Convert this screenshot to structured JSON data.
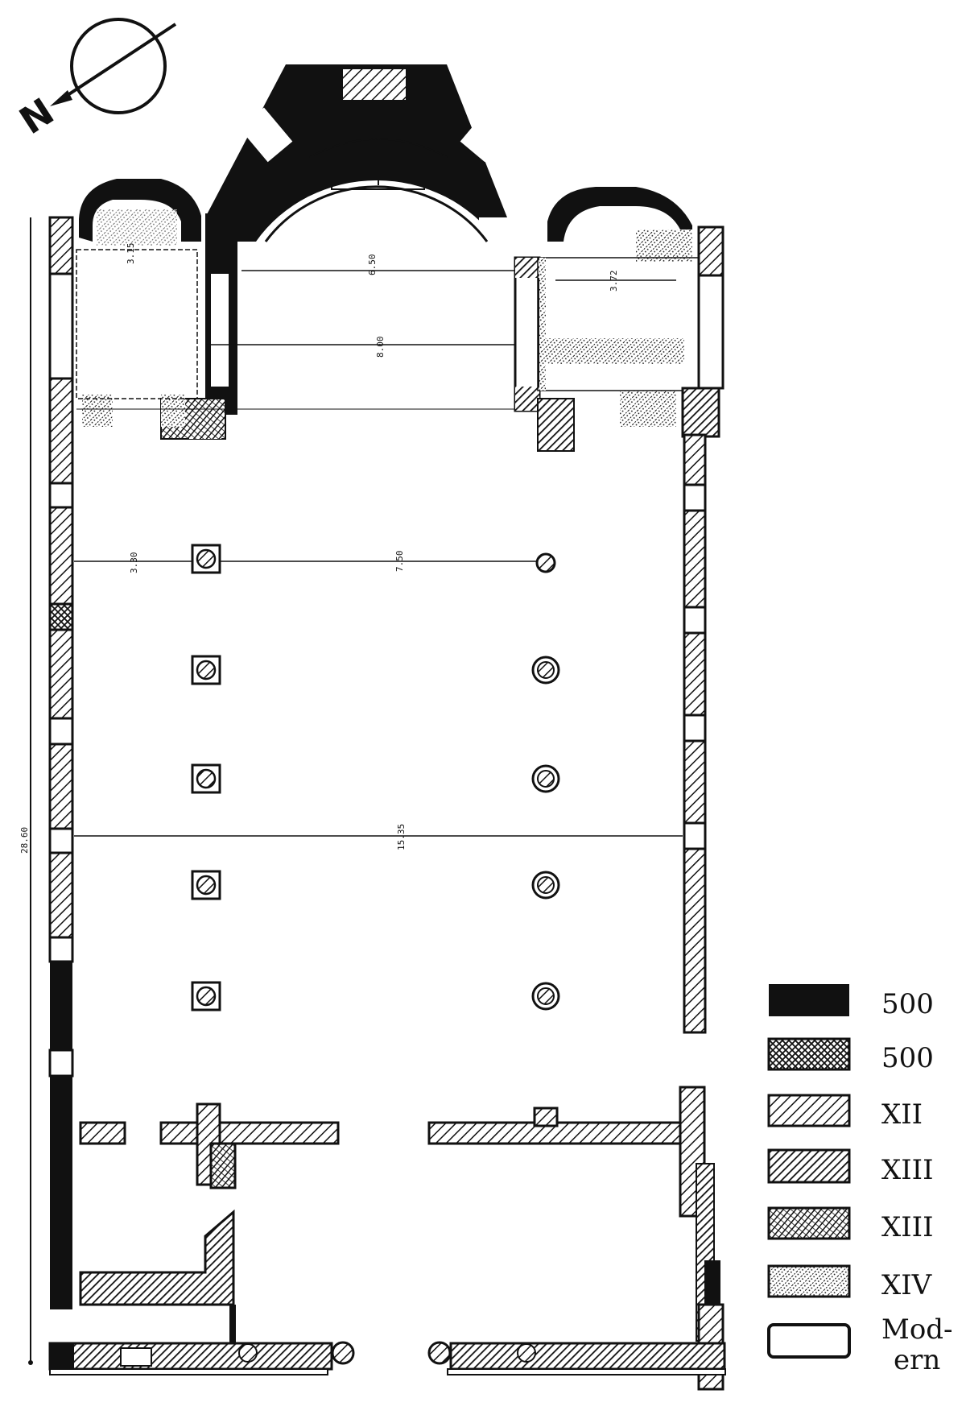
{
  "compass": {
    "label": "N"
  },
  "dimensions": {
    "apse_opening": "6.50",
    "chancel_width": "8.00",
    "side_chapel": "3.72",
    "left_room": "3.15",
    "aisle_left": "3.30",
    "nave_span": "7.50",
    "overall_length": "28.60",
    "overall_width": "15.35"
  },
  "legend": [
    {
      "pattern": "solid-black",
      "label": "500"
    },
    {
      "pattern": "crosshatch",
      "label": "500"
    },
    {
      "pattern": "hatch-light",
      "label": "XII"
    },
    {
      "pattern": "hatch-dense",
      "label": "XIII"
    },
    {
      "pattern": "hatch-double",
      "label": "XIII"
    },
    {
      "pattern": "dotted-hatch",
      "label": "XIV"
    },
    {
      "pattern": "white",
      "label": "Mod-",
      "label2": "ern"
    }
  ]
}
